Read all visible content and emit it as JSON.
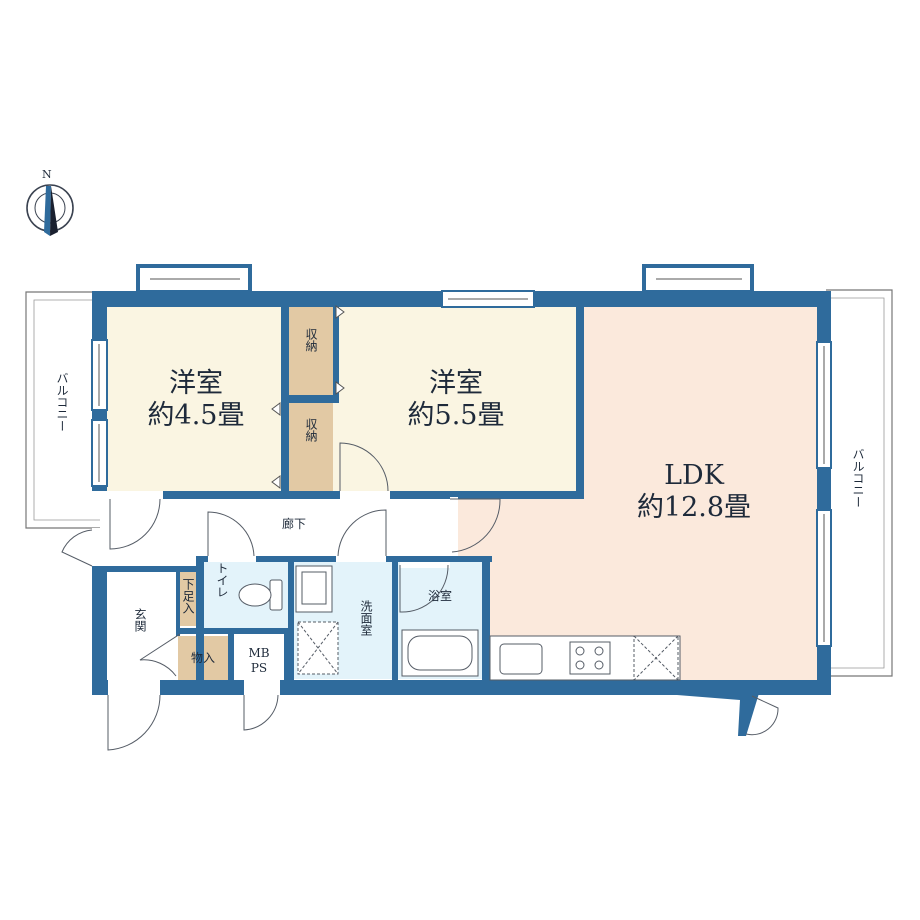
{
  "compass": {
    "north_label": "N"
  },
  "rooms": {
    "western_room_1": {
      "name": "洋室",
      "size": "約4.5畳"
    },
    "western_room_2": {
      "name": "洋室",
      "size": "約5.5畳"
    },
    "ldk": {
      "name": "LDK",
      "size": "約12.8畳"
    },
    "closet_1": "収納",
    "closet_2": "収納",
    "hallway": "廊下",
    "toilet": "トイレ",
    "shoe_storage": "下足入",
    "entrance": "玄関",
    "storage": "物入",
    "mbps": [
      "MB",
      "PS"
    ],
    "washroom": "洗面室",
    "bathroom": "浴室",
    "balcony_left": "バルコニー",
    "balcony_right": "バルコニー"
  },
  "colors": {
    "wall": "#2f6b9c",
    "western_room": "#faf5e2",
    "ldk": "#fbe9dc",
    "storage": "#e2c9a4",
    "wet_area": "#e3f3fa",
    "corridor": "#ffffff"
  }
}
